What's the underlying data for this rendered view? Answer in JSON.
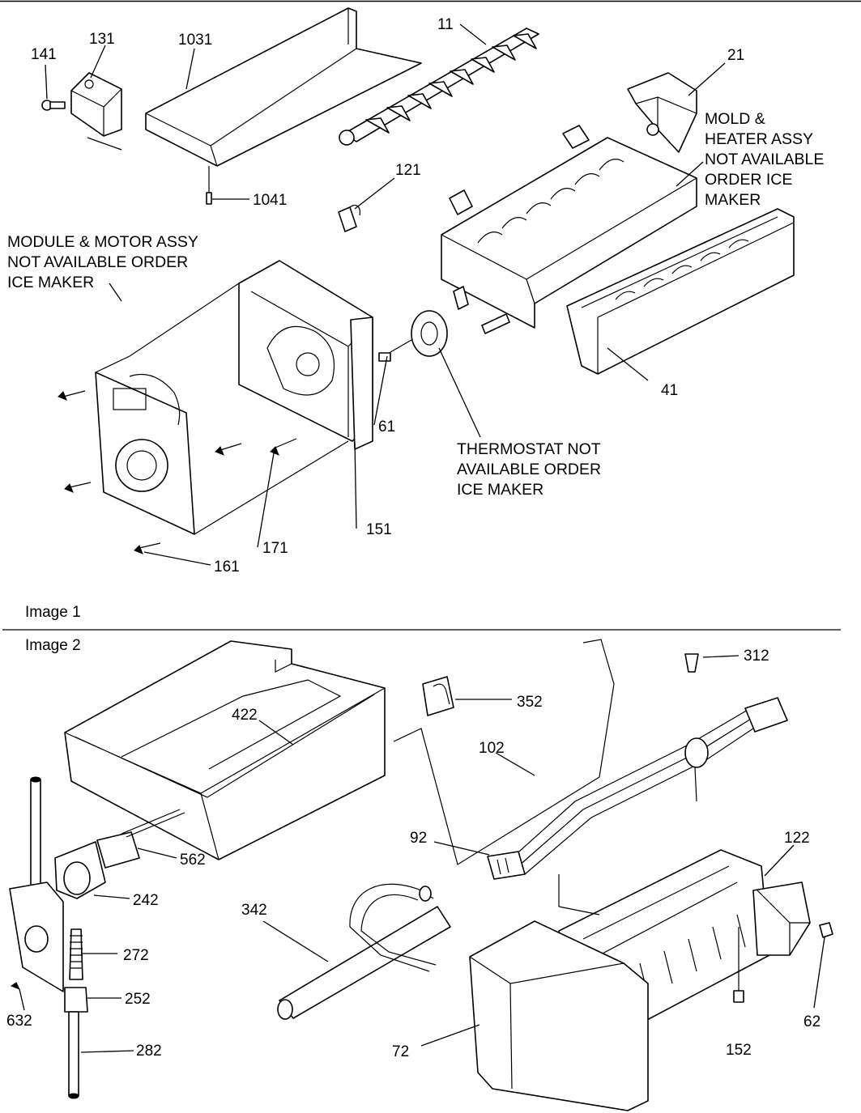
{
  "image1": {
    "caption": "Image 1",
    "labels": {
      "p141": "141",
      "p131": "131",
      "p1031": "1031",
      "p11": "11",
      "p21": "21",
      "p1041": "1041",
      "p121": "121",
      "p41": "41",
      "p61": "61",
      "p151": "151",
      "p171": "171",
      "p161": "161"
    },
    "notes": {
      "mold": [
        "MOLD &",
        "HEATER ASSY",
        "NOT AVAILABLE",
        "ORDER ICE",
        "MAKER"
      ],
      "module": [
        "MODULE & MOTOR ASSY",
        "NOT AVAILABLE ORDER",
        "ICE MAKER"
      ],
      "thermostat": [
        "THERMOSTAT NOT",
        "AVAILABLE ORDER",
        "ICE MAKER"
      ]
    }
  },
  "image2": {
    "caption": "Image 2",
    "labels": {
      "p312": "312",
      "p352": "352",
      "p422": "422",
      "p102": "102",
      "p92": "92",
      "p122": "122",
      "p562": "562",
      "p242": "242",
      "p342": "342",
      "p272": "272",
      "p252": "252",
      "p632": "632",
      "p282": "282",
      "p72": "72",
      "p152": "152",
      "p62": "62"
    }
  }
}
